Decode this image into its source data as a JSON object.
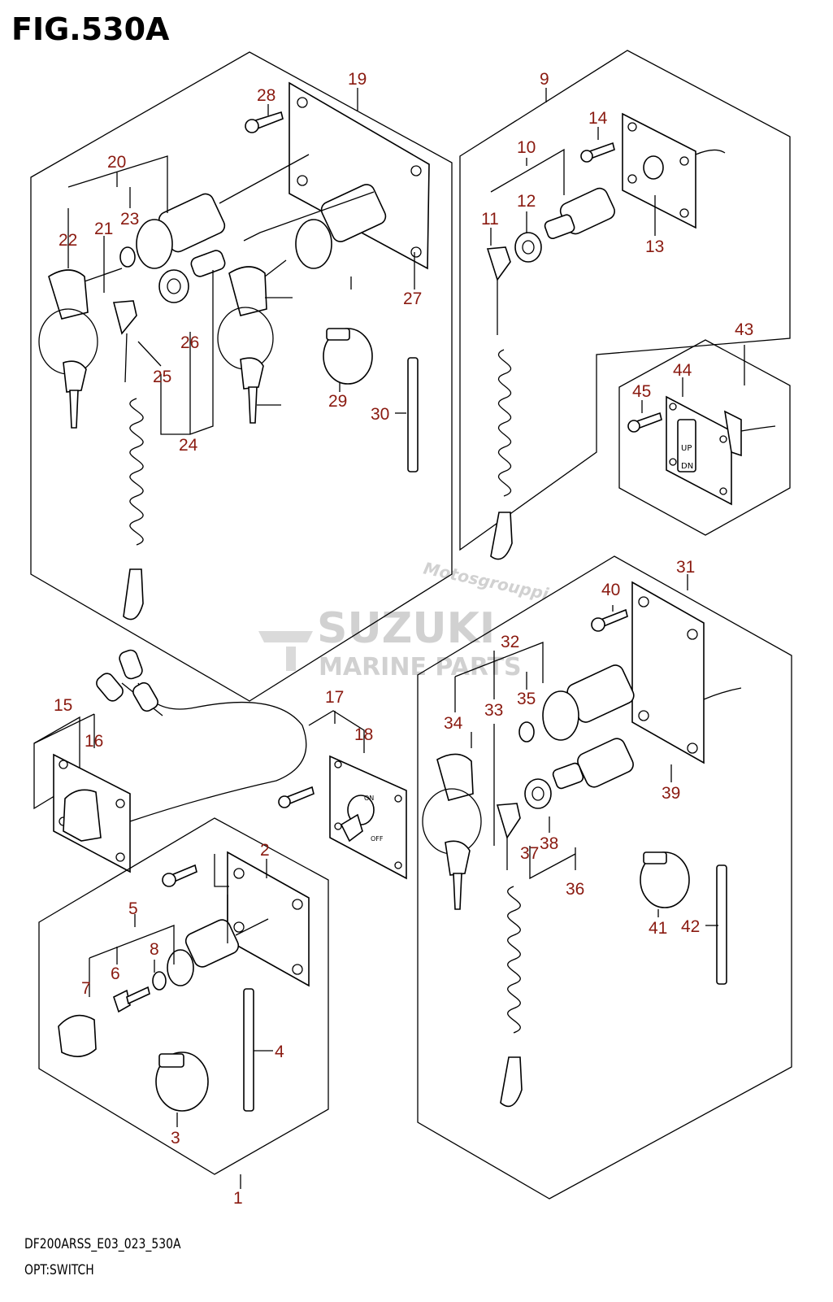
{
  "figure_title": "FIG.530A",
  "footer": {
    "code": "DF200ARSS_E03_023_530A",
    "name": "OPT:SWITCH"
  },
  "watermark": {
    "script": "Motosgrouppi",
    "brand": "SUZUKI",
    "sub": "MARINE PARTS"
  },
  "callouts": [
    "1",
    "2",
    "3",
    "4",
    "5",
    "6",
    "7",
    "8",
    "9",
    "10",
    "11",
    "12",
    "13",
    "14",
    "15",
    "16",
    "17",
    "18",
    "19",
    "20",
    "21",
    "22",
    "23",
    "24",
    "25",
    "26",
    "27",
    "28",
    "29",
    "30",
    "31",
    "32",
    "33",
    "34",
    "35",
    "36",
    "37",
    "38",
    "39",
    "40",
    "41",
    "42",
    "43",
    "44",
    "45"
  ],
  "switch_labels": {
    "up": "UP",
    "dn": "DN",
    "on": "ON",
    "off": "OFF"
  },
  "colors": {
    "callout": "#8a1a10",
    "line": "#000000"
  }
}
